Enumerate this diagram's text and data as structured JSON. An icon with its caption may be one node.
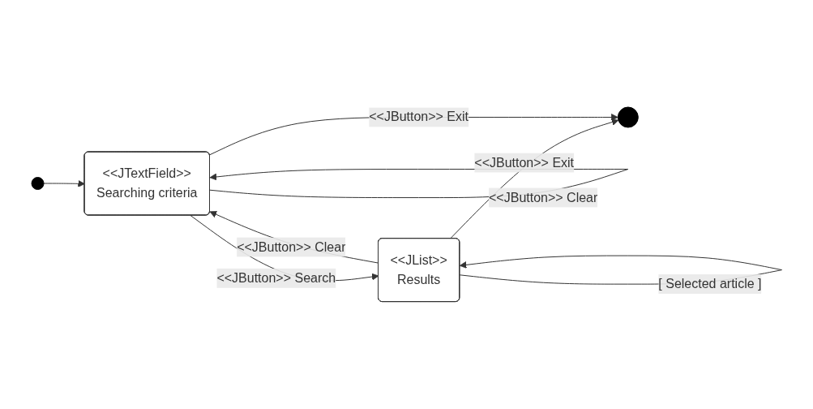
{
  "diagram": {
    "nodes": [
      {
        "text": [],
        "shape": "circle"
      },
      {
        "text": [
          "<<JTextField>>",
          "Searching criteria"
        ]
      },
      {
        "text": [
          "<<JList>>",
          "Results"
        ]
      },
      {
        "text": [],
        "shape": "circle"
      }
    ],
    "edges": [
      {
        "from": 0,
        "to": 1,
        "arrow": "to"
      },
      {
        "from": 1,
        "to": 1,
        "label": "<<JButton>> Clear",
        "arrow": "to"
      },
      {
        "from": 1,
        "to": 2,
        "label": "<<JButton>> Search",
        "arrow": "to"
      },
      {
        "from": 2,
        "to": 1,
        "label": "<<JButton>> Clear",
        "arrow": "to"
      },
      {
        "from": 2,
        "to": 2,
        "label": "[ Selected article ]",
        "arrow": "to"
      },
      {
        "from": 2,
        "to": 3,
        "label": "<<JButton>> Exit",
        "arrow": "to"
      },
      {
        "from": 1,
        "to": 3,
        "label": "<<JButton>> Exit",
        "arrow": "to"
      }
    ]
  }
}
